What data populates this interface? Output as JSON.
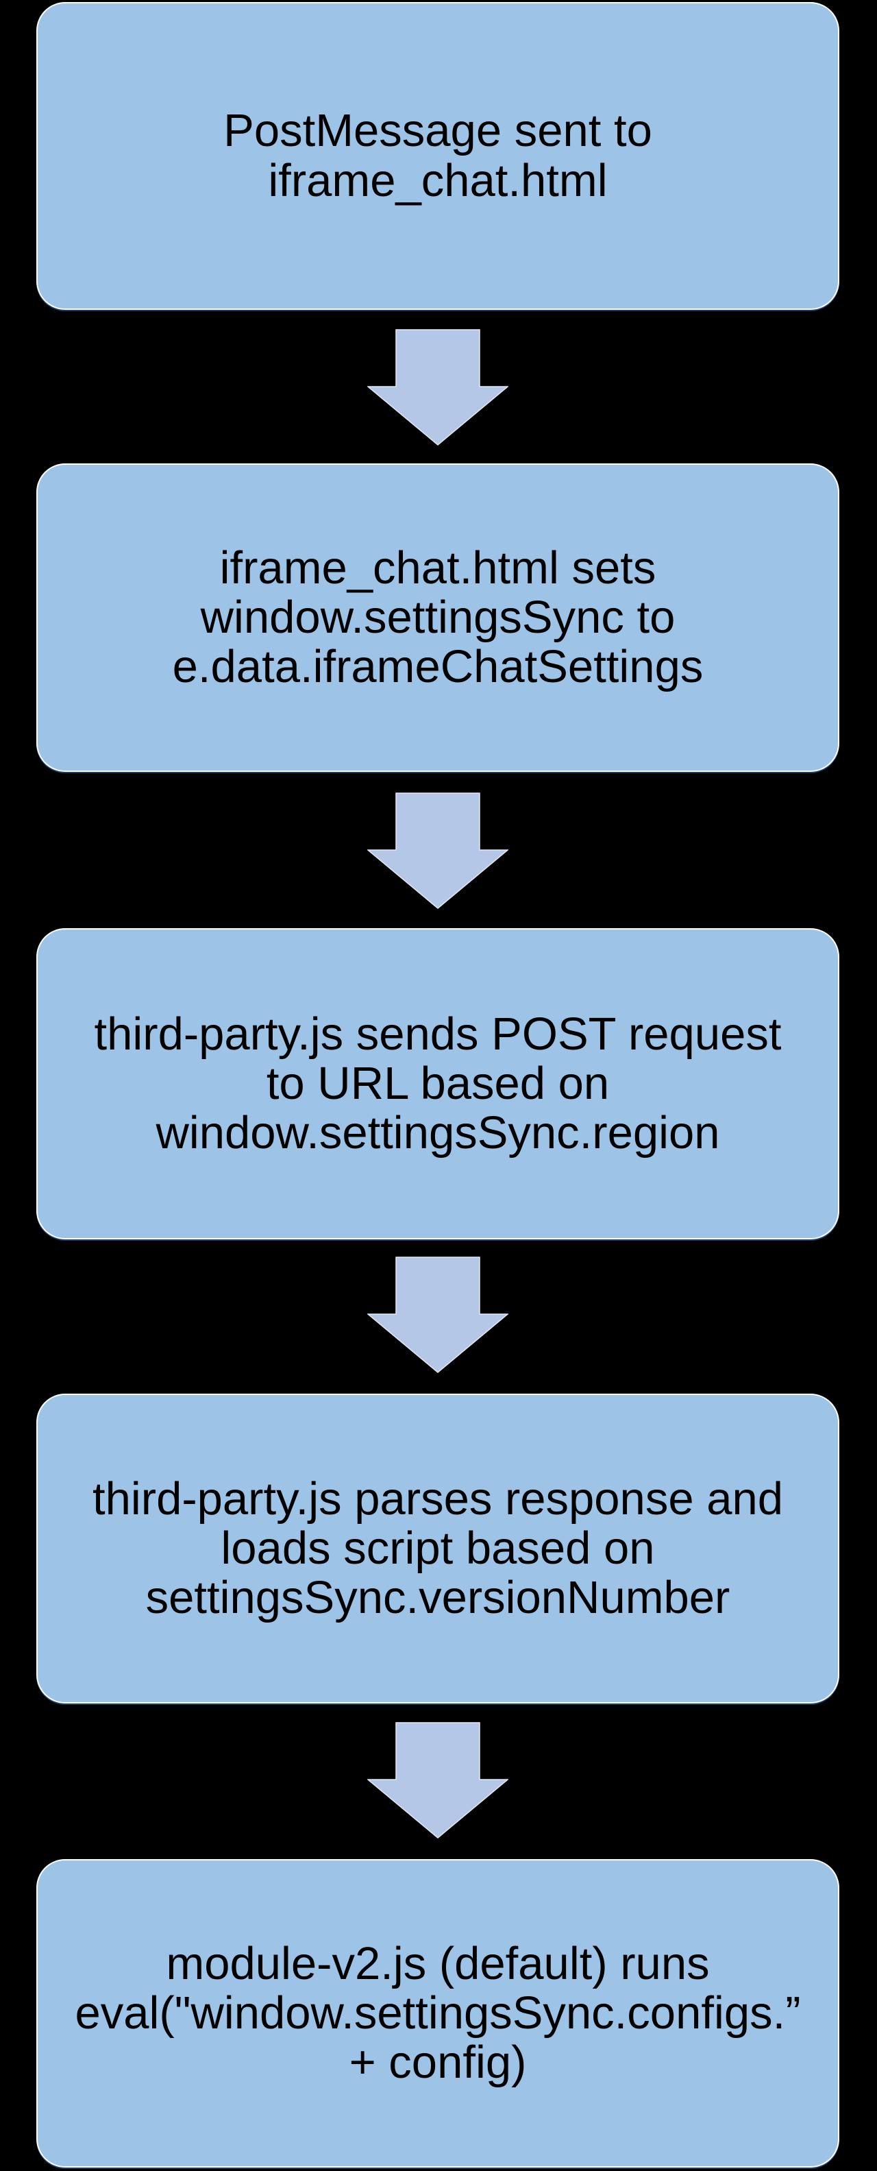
{
  "flowchart": {
    "colors": {
      "bg": "#000000",
      "box_fill": "#9DC3E6",
      "box_border": "#FDFEFF",
      "box_shadow": "#1F3864",
      "arrow_fill": "#B4C7E7",
      "arrow_border": "#E2E9F5",
      "text_color": "#000000"
    },
    "steps": [
      {
        "lines": [
          "PostMessage sent to",
          "iframe_chat.html"
        ]
      },
      {
        "lines": [
          "iframe_chat.html sets",
          "window.settingsSync to",
          "e.data.iframeChatSettings"
        ]
      },
      {
        "lines": [
          "third-party.js sends POST request",
          "to URL based on",
          "window.settingsSync.region"
        ]
      },
      {
        "lines": [
          "third-party.js parses response and",
          "loads script based on",
          "settingsSync.versionNumber"
        ]
      },
      {
        "lines": [
          "module-v2.js (default) runs",
          "eval(\"window.settingsSync.configs.”",
          "+ config)"
        ]
      }
    ]
  }
}
